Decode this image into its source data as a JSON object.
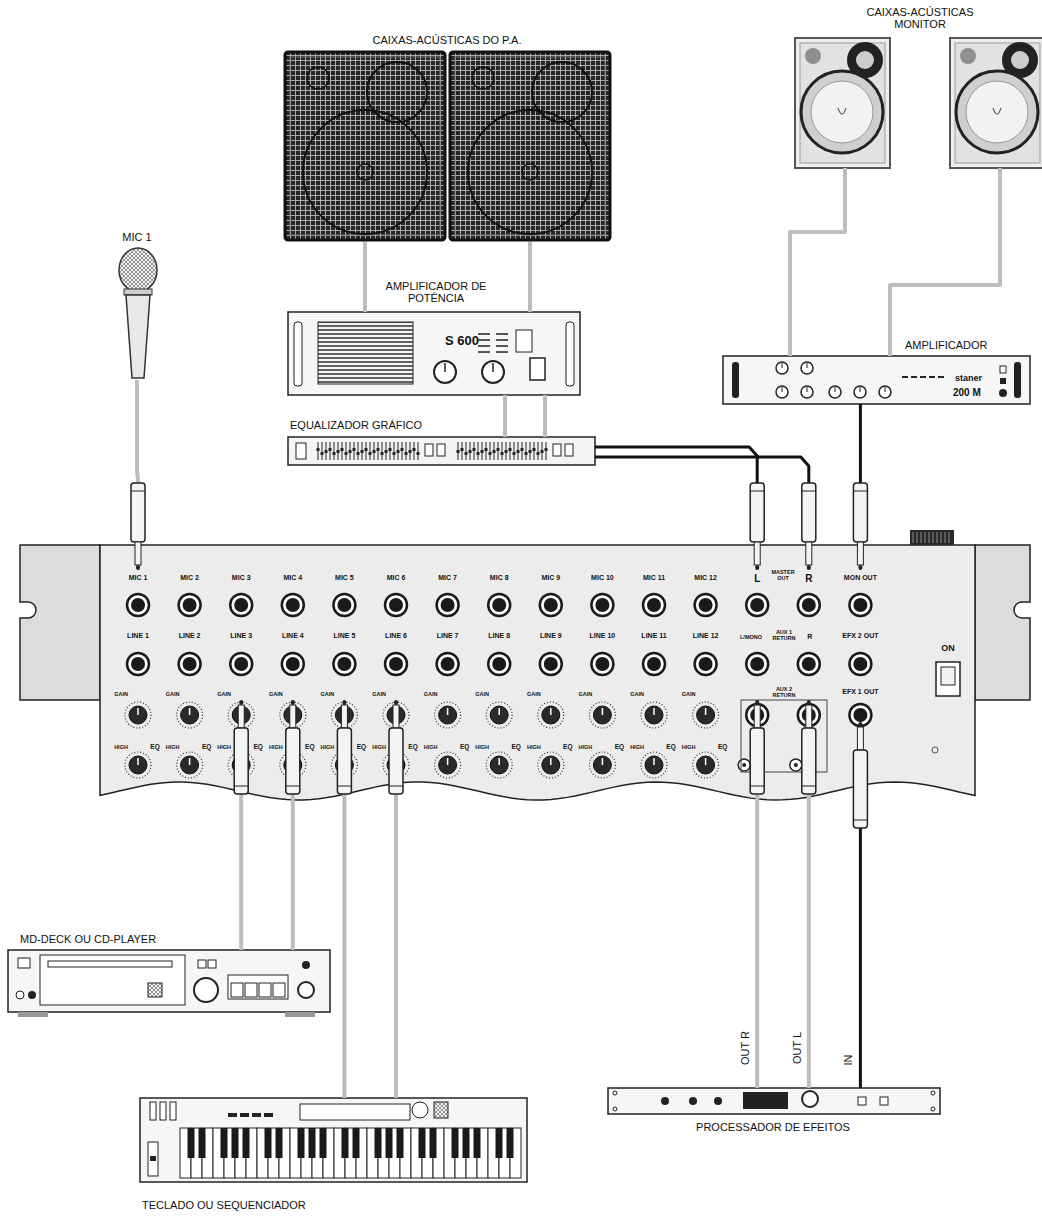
{
  "diagram": {
    "nodes": [
      {
        "text": [
          "CAIXAS-ACÚSTICAS DO P.A."
        ]
      },
      {
        "text": [
          "CAIXAS-ACÚSTICAS MONITOR"
        ]
      },
      {
        "text": [
          "MIC 1"
        ]
      },
      {
        "text": [
          "AMPLIFICADOR DE POTÊNCIA",
          "S 600"
        ]
      },
      {
        "text": [
          "AMPLIFICADOR",
          "staner",
          "200 M"
        ]
      },
      {
        "text": [
          "EQUALIZADOR GRÁFICO"
        ]
      },
      {
        "text": [
          "MIC 1",
          "MIC 2",
          "MIC 3",
          "MIC 4",
          "MIC 5",
          "MIC 6",
          "MIC 7",
          "MIC 8",
          "MIC 9",
          "MIC 10",
          "MIC 11",
          "MIC 12",
          "L",
          "MASTER OUT",
          "R",
          "MON OUT",
          "LINE 1",
          "LINE 2",
          "LINE 3",
          "LINE 4",
          "LINE 5",
          "LINE 6",
          "LINE 7",
          "LINE 8",
          "LINE 9",
          "LINE 10",
          "LINE 11",
          "LINE 12",
          "L/MONO",
          "AUX 1 RETURN",
          "R",
          "EFX 2 OUT",
          "AUX 2 RETURN",
          "EFX 1 OUT",
          "ON",
          "GAIN",
          "GAIN",
          "GAIN",
          "GAIN",
          "GAIN",
          "GAIN",
          "GAIN",
          "GAIN",
          "GAIN",
          "GAIN",
          "GAIN",
          "GAIN",
          "HIGH",
          "EQ",
          "HIGH",
          "EQ",
          "HIGH",
          "EQ",
          "HIGH",
          "EQ",
          "HIGH",
          "EQ",
          "HIGH",
          "EQ",
          "HIGH",
          "EQ",
          "HIGH",
          "EQ",
          "HIGH",
          "EQ",
          "HIGH",
          "EQ",
          "HIGH",
          "EQ",
          "HIGH",
          "EQ"
        ]
      },
      {
        "text": [
          "MD-DECK OU CD-PLAYER"
        ]
      },
      {
        "text": [
          "PROCESSADOR DE EFEITOS"
        ]
      },
      {
        "text": [
          "TECLADO OU SEQUENCIADOR"
        ]
      }
    ],
    "edges": [
      {
        "from": 0,
        "to": 3,
        "arrow": "none"
      },
      {
        "from": 0,
        "to": 3,
        "arrow": "none"
      },
      {
        "from": 1,
        "to": 4,
        "arrow": "none"
      },
      {
        "from": 1,
        "to": 4,
        "arrow": "none"
      },
      {
        "from": 3,
        "to": 5,
        "arrow": "none"
      },
      {
        "from": 3,
        "to": 5,
        "arrow": "none"
      },
      {
        "from": 5,
        "to": 6,
        "arrow": "none"
      },
      {
        "from": 5,
        "to": 6,
        "arrow": "none"
      },
      {
        "from": 4,
        "to": 6,
        "arrow": "none"
      },
      {
        "from": 2,
        "to": 6,
        "arrow": "none"
      },
      {
        "from": 7,
        "to": 6,
        "arrow": "none"
      },
      {
        "from": 7,
        "to": 6,
        "arrow": "none"
      },
      {
        "from": 9,
        "to": 6,
        "arrow": "none"
      },
      {
        "from": 9,
        "to": 6,
        "arrow": "none"
      },
      {
        "from": 8,
        "to": 6,
        "label": "OUT R",
        "arrow": "none"
      },
      {
        "from": 8,
        "to": 6,
        "label": "OUT L",
        "arrow": "none"
      },
      {
        "from": 6,
        "to": 8,
        "label": "IN",
        "arrow": "none"
      }
    ]
  }
}
